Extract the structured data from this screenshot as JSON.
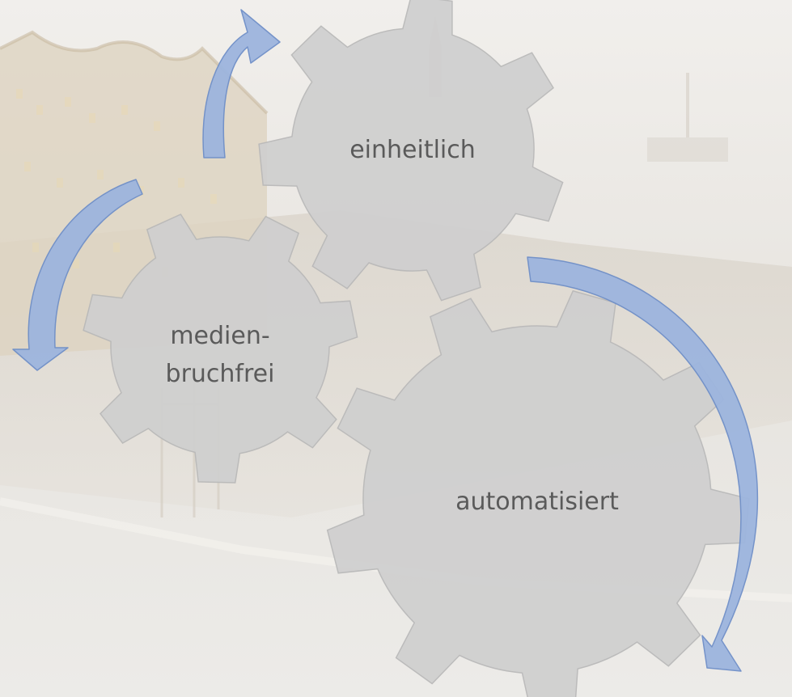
{
  "diagram": {
    "gears": [
      {
        "id": "einheitlich",
        "lines": [
          "einheitlich"
        ]
      },
      {
        "id": "medienbruchfrei",
        "lines": [
          "medien-",
          "bruchfrei"
        ]
      },
      {
        "id": "automatisiert",
        "lines": [
          "automatisiert"
        ]
      }
    ]
  },
  "colors": {
    "gear_fill": "#cfcfcf",
    "gear_stroke": "#b8b8b8",
    "arrow_fill": "#9db5de",
    "arrow_stroke": "#6f8fc8",
    "label_text": "#5a5a5a",
    "background": "#e9e7e4"
  }
}
